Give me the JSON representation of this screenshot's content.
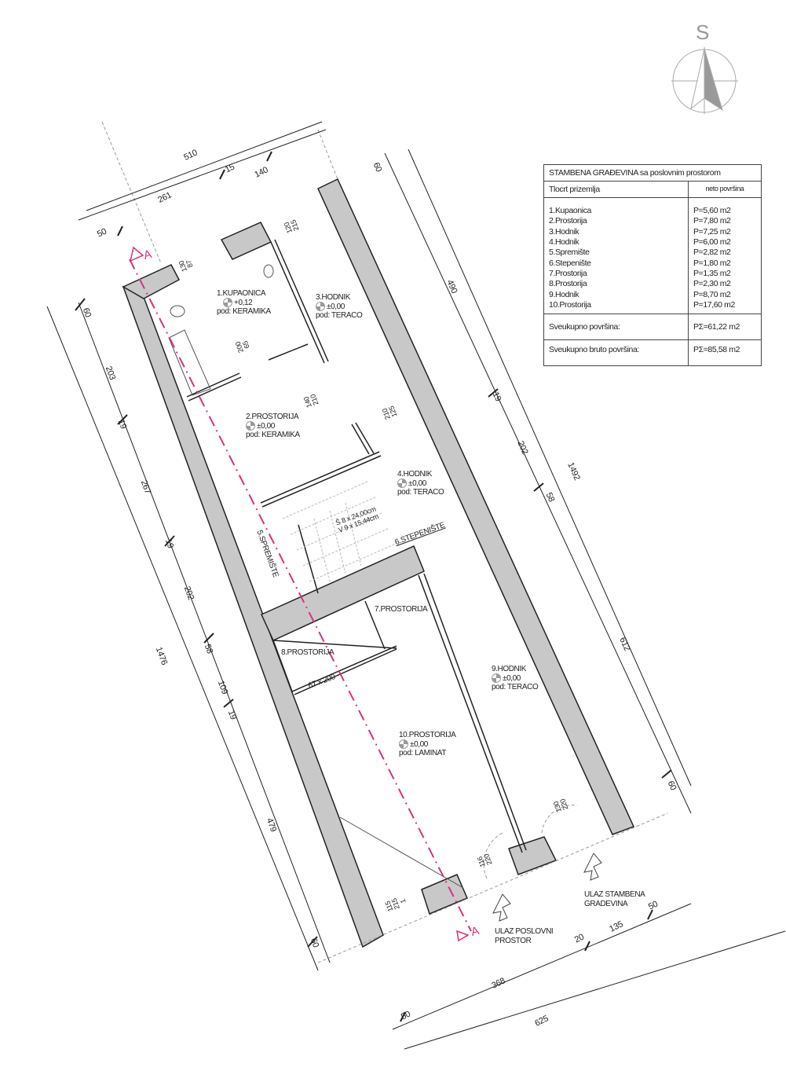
{
  "compass": {
    "label": "S"
  },
  "section_mark": "A",
  "legend": {
    "title": "STAMBENA GRAĐEVINA sa poslovnim prostorom",
    "col1": "Tlocrt prizemlja",
    "col2": "neto površina",
    "rooms": [
      {
        "name": "1.Kupaonica",
        "area": "P=5,60 m2"
      },
      {
        "name": "2.Prostorija",
        "area": "P=7,80 m2"
      },
      {
        "name": "3.Hodnik",
        "area": "P=7,25 m2"
      },
      {
        "name": "4.Hodnik",
        "area": "P=6,00 m2"
      },
      {
        "name": "5.Spremište",
        "area": "P=2,82 m2"
      },
      {
        "name": "6.Stepenište",
        "area": "P=1,80 m2"
      },
      {
        "name": "7.Prostorija",
        "area": "P=1,35 m2"
      },
      {
        "name": "8.Prostorija",
        "area": "P=2,30 m2"
      },
      {
        "name": "9.Hodnik",
        "area": "P=8,70 m2"
      },
      {
        "name": "10.Prostorija",
        "area": "P=17,60 m2"
      }
    ],
    "total_net_label": "Sveukupno površina:",
    "total_net": "PΣ=61,22 m2",
    "total_gross_label": "Sveukupno bruto površina:",
    "total_gross": "PΣ=85,58 m2"
  },
  "rooms": [
    {
      "name": "1.KUPAONICA",
      "level": "+0,12",
      "floor": "pod: KERAMIKA"
    },
    {
      "name": "3.HODNIK",
      "level": "±0,00",
      "floor": "pod: TERACO"
    },
    {
      "name": "2.PROSTORIJA",
      "level": "±0,00",
      "floor": "pod: KERAMIKA"
    },
    {
      "name": "4.HODNIK",
      "level": "±0,00",
      "floor": "pod: TERACO"
    },
    {
      "name": "9.HODNIK",
      "level": "±0,00",
      "floor": "pod: TERACO"
    },
    {
      "name": "10.PROSTORIJA",
      "level": "±0,00",
      "floor": "pod: LAMINAT"
    }
  ],
  "labels": {
    "room5": "5.SPREMIŠTE",
    "room6": "6.STEPENIŠTE",
    "room7": "7.PROSTORIJA",
    "room8": "8.PROSTORIJA",
    "stair1": "Š 8 x 24,00cm",
    "stair2": "V 9 x 15,44cm",
    "door8": "67 x 200",
    "entry_business": [
      "ULAZ POSLOVNI",
      "PROSTOR"
    ],
    "entry_residential": [
      "ULAZ STAMBENA",
      "GRADEVINA"
    ]
  },
  "dims": {
    "left": [
      "60",
      "203",
      "19",
      "267",
      "19",
      "202",
      "58",
      "109",
      "19",
      "479",
      "60"
    ],
    "left_total": "1476",
    "right": [
      "60",
      "490",
      "19",
      "202",
      "58",
      "612",
      "60"
    ],
    "right_total": "1492",
    "top": [
      "50",
      "261",
      "15",
      "140"
    ],
    "top_total": "510",
    "bottom": [
      "50",
      "368",
      "20",
      "135",
      "50"
    ],
    "bottom_total": "625",
    "doors": [
      "120 215",
      "130 87",
      "200 65",
      "140 210",
      "210 125",
      "116 220",
      "115 215 1",
      "130 220"
    ]
  },
  "colors": {
    "wall": "#c8c8c8",
    "section": "#d8307f",
    "line": "#222222"
  }
}
